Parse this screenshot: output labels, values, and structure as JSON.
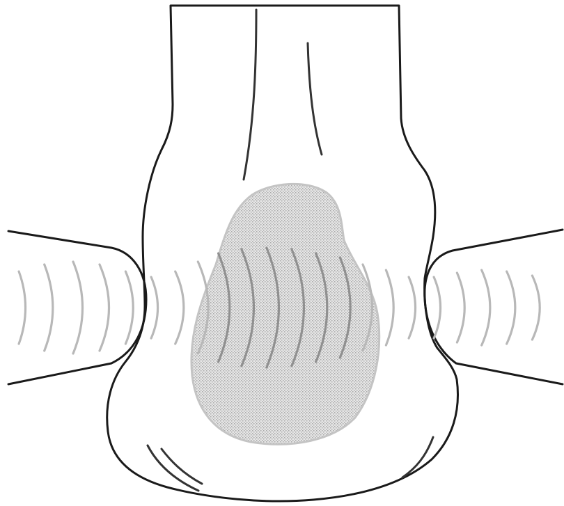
{
  "colors": {
    "outline": "#1a1a1a",
    "waves": "#b8b8b8",
    "waves_inside": "#909090",
    "lesion_fill": "#dcdcdc",
    "lesion_stroke": "#c4c4c4",
    "background": "#ffffff"
  },
  "icons": {
    "left_transducer": "ultrasound-probe-left",
    "right_transducer": "ultrasound-probe-right",
    "lesion": "hypoechoic-mass"
  }
}
